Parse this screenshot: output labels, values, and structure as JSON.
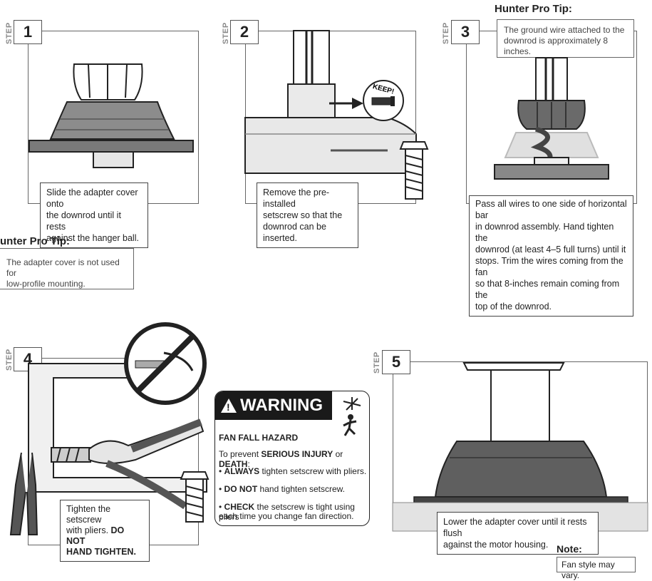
{
  "step1": {
    "tab": "STEP",
    "number": "1",
    "caption": [
      "Slide the adapter cover onto",
      "the downrod until it rests",
      "against the hanger ball."
    ]
  },
  "pro_tip_left": {
    "title": "unter Pro Tip:",
    "text": [
      "The adapter cover is not used for",
      "low-profile mounting."
    ]
  },
  "step2": {
    "tab": "STEP",
    "number": "2",
    "keep_label": "KEEP!",
    "caption": [
      "Remove the pre-installed",
      "setscrew so that the",
      "downrod can be inserted."
    ]
  },
  "step3": {
    "tab": "STEP",
    "number": "3",
    "pro_tip_title": "Hunter Pro Tip:",
    "pro_tip_text": [
      "The ground wire attached to the",
      "downrod is approximately 8 inches."
    ],
    "caption": [
      "Pass all wires to one side of horizontal bar",
      "in downrod assembly. Hand tighten the",
      "downrod (at least 4–5 full turns) until it",
      "stops. Trim the wires coming from the fan",
      "so that 8-inches remain coming from the",
      "top of the downrod."
    ]
  },
  "step4": {
    "tab": "STEP",
    "number": "4",
    "caption_line1": "Tighten the setscrew",
    "caption_line2a": "with pliers. ",
    "caption_line2b": "DO NOT",
    "caption_line3": "HAND TIGHTEN."
  },
  "warning": {
    "title": "WARNING",
    "symbol": "!",
    "hazard": "FAN FALL HAZARD",
    "prevent_a": "To prevent ",
    "prevent_b": "SERIOUS INJURY",
    "prevent_c": " or ",
    "prevent_d": "DEATH",
    "prevent_e": ":",
    "item1_a": "ALWAYS",
    "item1_b": " tighten setscrew with pliers.",
    "item2_a": "DO NOT",
    "item2_b": " hand tighten setscrew.",
    "item3_a": "CHECK",
    "item3_b": " the setscrew is tight using pliers",
    "item3_c": "each time you change fan direction.",
    "bullet": "•"
  },
  "step5": {
    "tab": "STEP",
    "number": "5",
    "caption": [
      "Lower the adapter cover until it rests flush",
      "against the motor housing."
    ],
    "note_title": "Note:",
    "note_text": "Fan style may vary."
  },
  "colors": {
    "dark_gray": "#6b6b6b",
    "mid_gray": "#9a9a9a",
    "light_gray": "#d4d4d4",
    "outline": "#222222"
  }
}
